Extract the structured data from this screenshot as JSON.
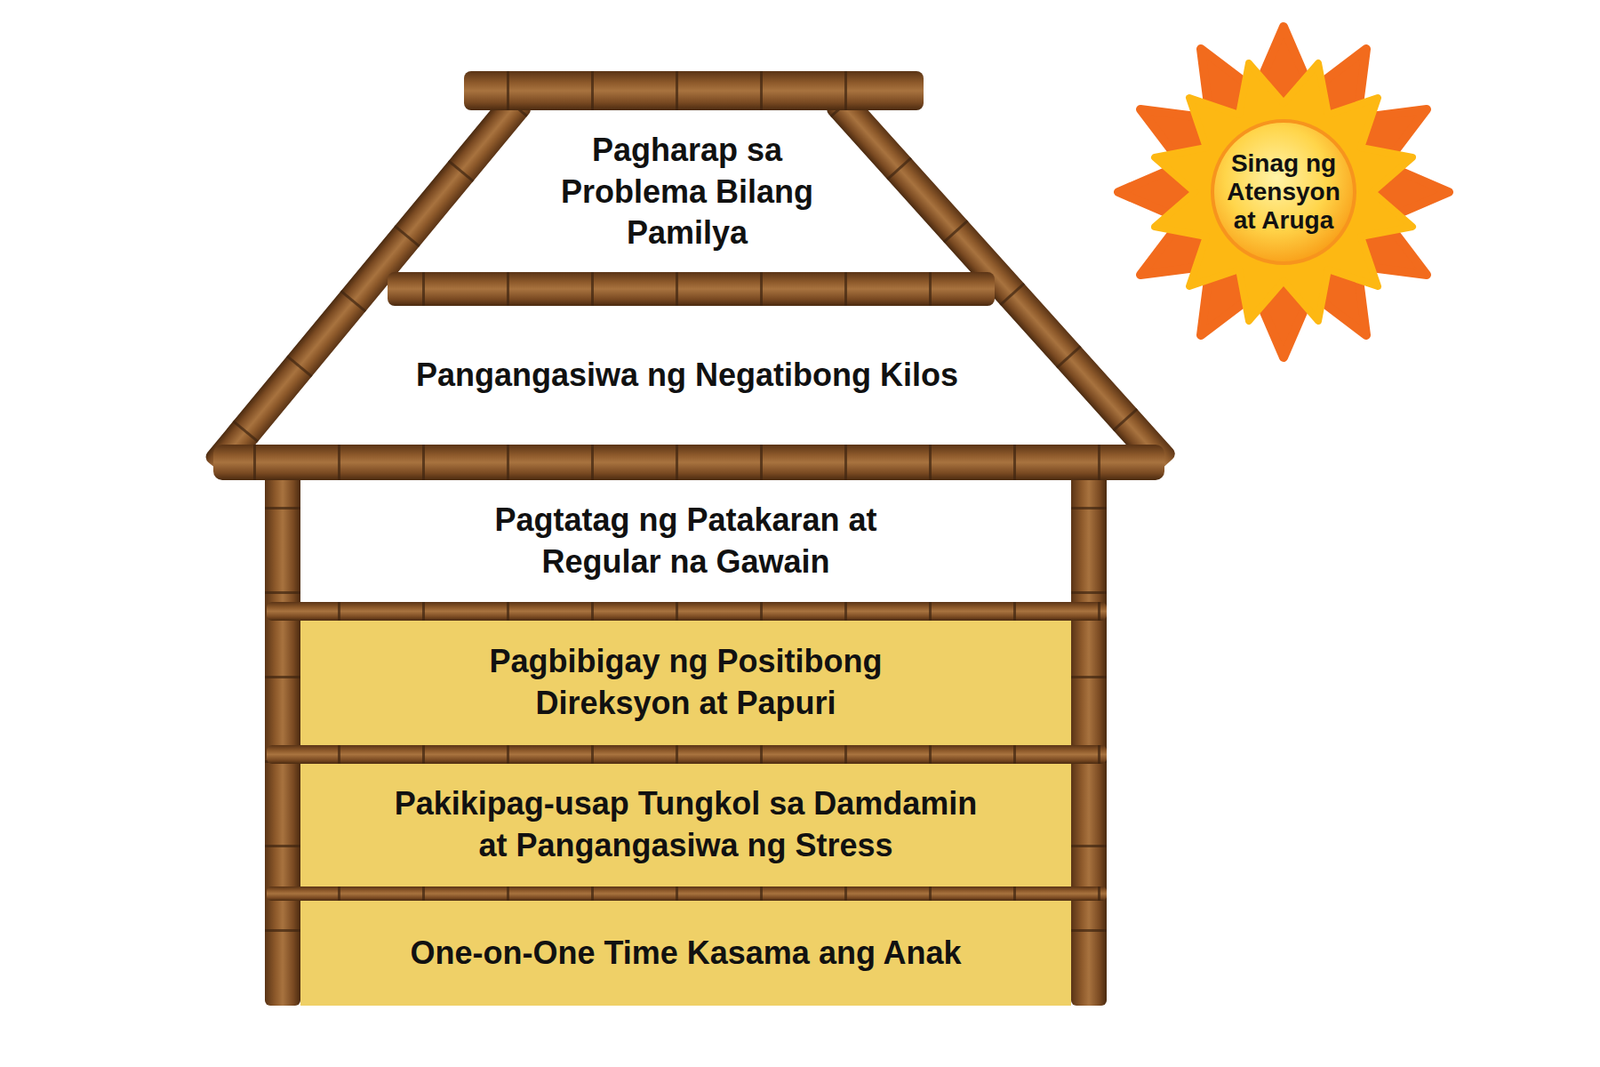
{
  "diagram": {
    "nodes": [
      {
        "text": [
          "Pagharap sa Problema Bilang Pamilya"
        ]
      },
      {
        "text": [
          "Pangangasiwa ng Negatibong Kilos"
        ]
      },
      {
        "text": [
          "Pagtatag ng Patakaran at Regular na Gawain"
        ]
      },
      {
        "text": [
          "Pagbibigay ng Positibong Direksyon at Papuri"
        ]
      },
      {
        "text": [
          "Pakikipag-usap Tungkol sa Damdamin at Pangangasiwa ng Stress"
        ]
      },
      {
        "text": [
          "One-on-One Time Kasama ang Anak"
        ]
      },
      {
        "text": [
          "Sinag ng Atensyon at Aruga"
        ]
      }
    ]
  }
}
